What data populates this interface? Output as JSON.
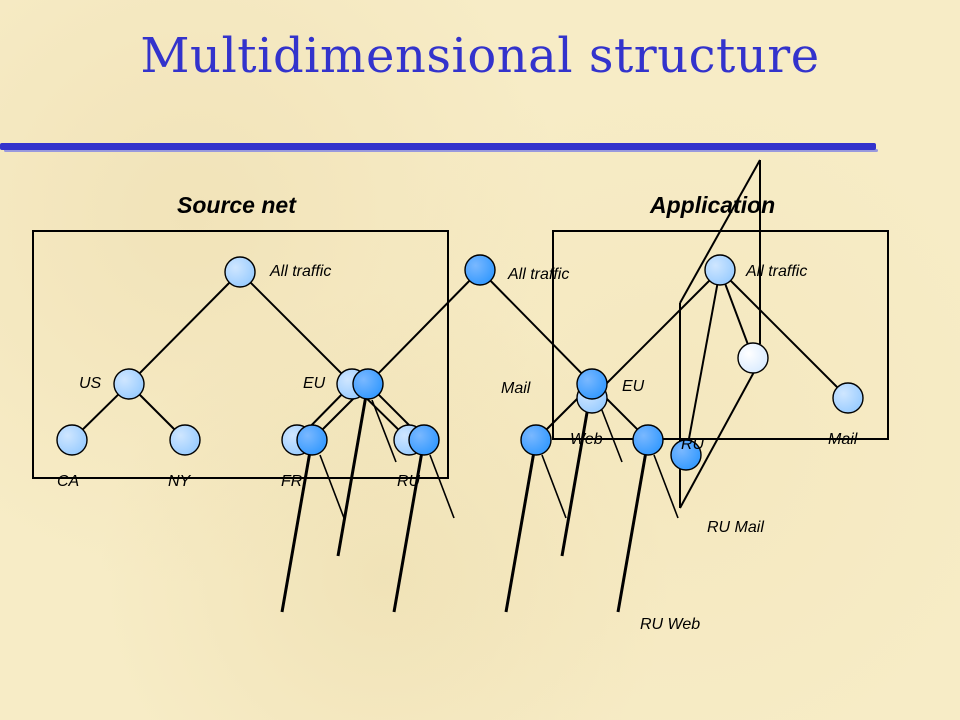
{
  "title": "Multidimensional structure",
  "sections": {
    "source_net": "Source net",
    "application": "Application"
  },
  "labels": {
    "all_traffic_source": "All traffic",
    "us": "US",
    "eu_source": "EU",
    "ca": "CA",
    "ny": "NY",
    "fr": "FR",
    "ru_source": "RU",
    "all_traffic_center": "All traffic",
    "mail_center": "Mail",
    "eu_center": "EU",
    "web_center": "Web",
    "ru_center": "RU",
    "all_traffic_app": "All traffic",
    "mail_app": "Mail",
    "ru_mail": "RU Mail",
    "ru_web": "RU Web"
  },
  "colors": {
    "title": "#3333cc",
    "node_light": "#99ccff",
    "node_dark": "#3399ff",
    "node_pale": "#e6f2ff"
  }
}
